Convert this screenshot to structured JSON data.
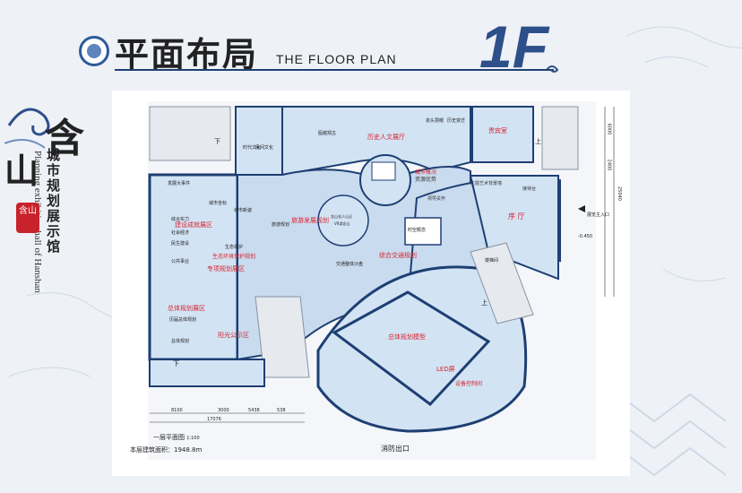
{
  "header": {
    "title": "平面布局",
    "subtitle": "THE FLOOR PLAN",
    "floor": "1F"
  },
  "brand": {
    "big_char_1": "含",
    "big_char_2": "山",
    "vertical_name": "城市规划展示馆",
    "english_name": "Planning exhibition hall of Hanshan",
    "seal": "含山"
  },
  "rooms": {
    "history_hall": "历史人文展厅",
    "city_overview": "城市概况",
    "resource_advantage": "资源优势",
    "lobby": "序 厅",
    "vip_room": "贵宾室",
    "guide_reception": "接待台",
    "main_art_wall": "主题艺术背景墙",
    "guide_board": "领导关怀",
    "tourism_plan": "旅游发展规划",
    "integrated_transport": "综合交通规划",
    "eco_protection": "生态环境保护规划",
    "special_plan_area": "专项规划展区",
    "achievements_area": "建设成就展区",
    "master_plan_area": "总体规划展区",
    "sunshine_public": "阳光公示区",
    "master_model": "总体规划模型",
    "led_screen": "LED屏",
    "equipment_room": "设备控制间",
    "space_overview": "时空概念",
    "traffic_sandtable": "交通整体沙盘",
    "history_title_2": "含山名人山记",
    "vr_tourism": "VR游含山",
    "city_coords": "城市坐标",
    "city_new": "城市新姿",
    "dev_events": "发展大事件",
    "comprehensive": "综合实力",
    "social_economy": "社会经济",
    "livelihood": "民生建设",
    "public_affairs": "公共事业",
    "eco_protect": "生态保护",
    "tour_plan": "旅游规划",
    "master_plan_map": "历届总体规划",
    "master_plan_small": "总体规划",
    "cultural_relic": "时代文化",
    "folk_culture": "民间文化",
    "stone": "瓯越观古",
    "landscape": "泉头慧眼",
    "history_change": "历史变迁",
    "down_label": "下",
    "up_label": "上",
    "exhibition_entrance": "展览主入口",
    "elevation": "-0.450",
    "fire_exit": "消防出口",
    "staircase": "楼梯间"
  },
  "dimensions": {
    "d1": "8100",
    "d2": "3000",
    "d3": "5438",
    "d4": "538",
    "total": "17076",
    "r1": "6000",
    "r2": "2400",
    "r3": "25040"
  },
  "footer": {
    "plan_name": "一层平面图",
    "scale": "1:100",
    "area": "本层建筑面积：1948.8m"
  },
  "colors": {
    "wall": "#1e3f73",
    "floor": "#d2e3f4",
    "red_label": "#d9232d",
    "accent": "#2d4f8a"
  }
}
